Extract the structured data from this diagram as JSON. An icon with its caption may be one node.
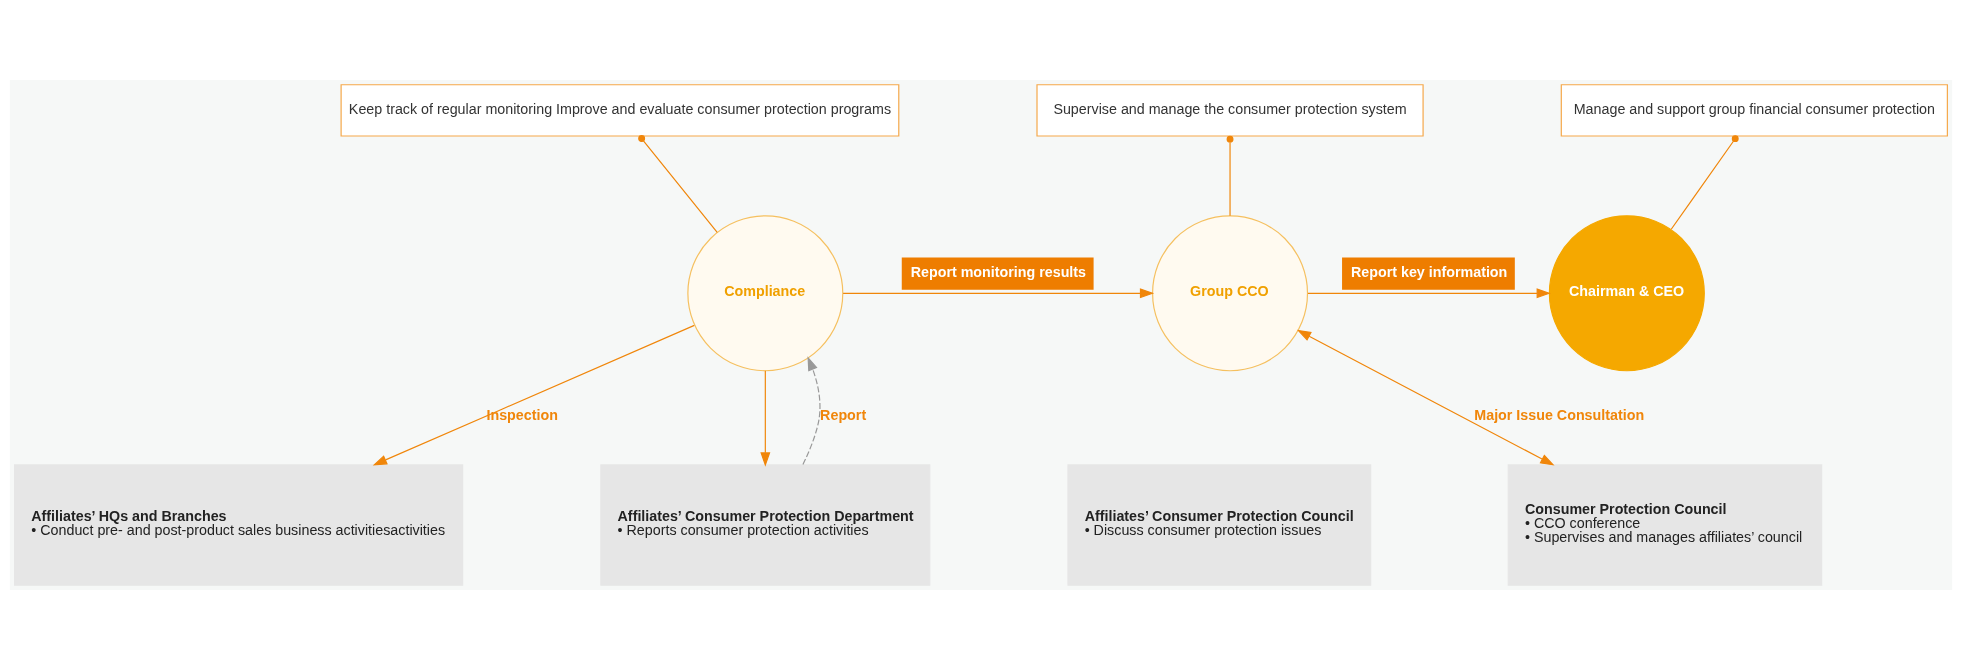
{
  "diagram": {
    "nodes": [
      {
        "text": [
          "Keep track of regular monitoring Improve and evaluate consumer protection programs"
        ]
      },
      {
        "text": [
          "Supervise and manage the consumer protection system"
        ]
      },
      {
        "text": [
          "Manage and support group financial consumer protection"
        ]
      },
      {
        "text": [
          "Compliance"
        ]
      },
      {
        "text": [
          "Group CCO"
        ]
      },
      {
        "text": [
          "Chairman & CEO"
        ]
      },
      {
        "text": [
          "Affiliates’ HQs and Branches",
          "• Conduct pre- and post-product sales business activitiesactivities"
        ]
      },
      {
        "text": [
          "Affiliates’ Consumer Protection Department",
          "• Reports consumer protection activities"
        ]
      },
      {
        "text": [
          "Affiliates’ Consumer Protection Council",
          "• Discuss consumer protection issues"
        ]
      },
      {
        "text": [
          "Consumer Protection Council",
          "• CCO conference",
          "• Supervises and manages affiliates’ council"
        ]
      }
    ],
    "edges": [
      {
        "from": 0,
        "to": 3,
        "arrow": "other"
      },
      {
        "from": 1,
        "to": 4,
        "arrow": "other"
      },
      {
        "from": 2,
        "to": 5,
        "arrow": "other"
      },
      {
        "from": 3,
        "to": 4,
        "arrow": "to",
        "label": "Report monitoring results"
      },
      {
        "from": 4,
        "to": 5,
        "arrow": "to",
        "label": "Report key information"
      },
      {
        "from": 3,
        "to": 6,
        "arrow": "to",
        "label": "Inspection"
      },
      {
        "from": 3,
        "to": 7,
        "arrow": "to"
      },
      {
        "from": 7,
        "to": 3,
        "arrow": "to",
        "label": "Report",
        "style": "dashed",
        "color": "#999999"
      },
      {
        "from": 4,
        "to": 9,
        "arrow": "both",
        "label": "Major Issue Consultation"
      }
    ]
  }
}
